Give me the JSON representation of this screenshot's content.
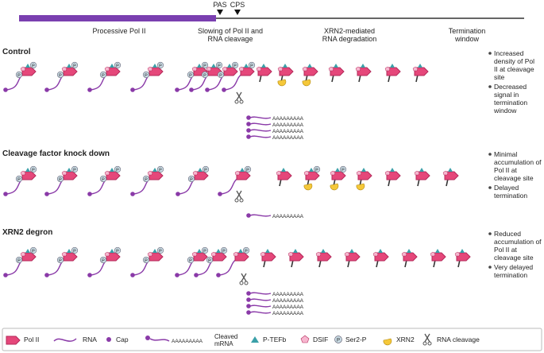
{
  "colors": {
    "pol": "#e5477a",
    "pol_dark": "#b42a5a",
    "rna": "#8a3aa8",
    "ptefb": "#3aa0a8",
    "dsif": "#f7b6cf",
    "ser2p": "#c9dbe4",
    "xrn2": "#f5c83a",
    "gene_bar": "#7a3fb0"
  },
  "timeline": {
    "pas": "PAS",
    "cps": "CPS",
    "segments": [
      "Processive Pol II",
      "Slowing of Pol II and RNA cleavage",
      "XRN2-mediated RNA degradation",
      "Termination window"
    ]
  },
  "panels": [
    {
      "id": "control",
      "title": "Control",
      "bullets": [
        "Increased density of Pol II at cleavage site",
        "Decreased signal in termination window"
      ]
    },
    {
      "id": "cleavage-kd",
      "title": "Cleavage factor knock down",
      "bullets": [
        "Minimal accumulation of Pol II at cleavage site",
        "Delayed termination"
      ]
    },
    {
      "id": "xrn2-degron",
      "title": "XRN2 degron",
      "bullets": [
        "Reduced accumulation of Pol II at cleavage site",
        "Very delayed termination"
      ]
    }
  ],
  "ser2p_symbol": "P",
  "polya_text": "AAAAAAAAA",
  "legend": {
    "pol": "Pol II",
    "rna": "RNA",
    "cap": "Cap",
    "cleaved": "Cleaved mRNA",
    "ptefb": "P-TEFb",
    "dsif": "DSIF",
    "ser2p": "Ser2-P",
    "xrn2": "XRN2",
    "cleavage": "RNA cleavage"
  }
}
